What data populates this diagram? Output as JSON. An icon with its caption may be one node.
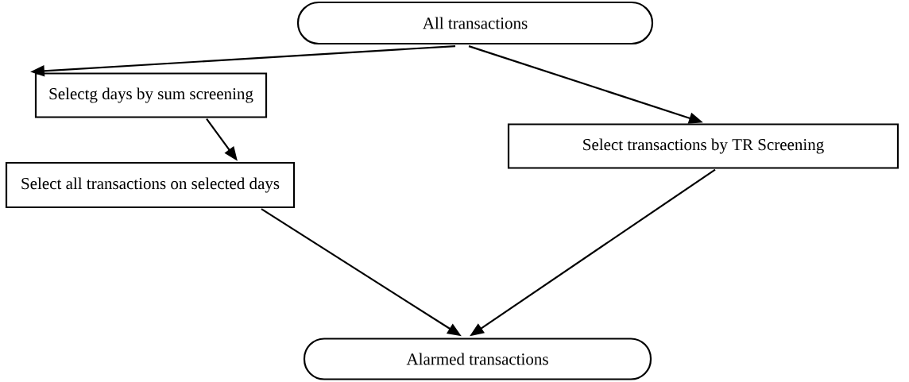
{
  "diagram": {
    "nodes": [
      {
        "text": [
          "All transactions"
        ]
      },
      {
        "text": [
          "Selectg days by sum screening"
        ]
      },
      {
        "text": [
          "Select all transactions on selected days"
        ]
      },
      {
        "text": [
          "Select transactions by TR Screening"
        ]
      },
      {
        "text": [
          "Alarmed transactions"
        ]
      }
    ],
    "edges": [
      {
        "from": 0,
        "to": 1,
        "arrow": "to"
      },
      {
        "from": 0,
        "to": 3,
        "arrow": "to"
      },
      {
        "from": 1,
        "to": 2,
        "arrow": "to"
      },
      {
        "from": 2,
        "to": 4,
        "arrow": "to"
      },
      {
        "from": 3,
        "to": 4,
        "arrow": "to"
      }
    ]
  }
}
